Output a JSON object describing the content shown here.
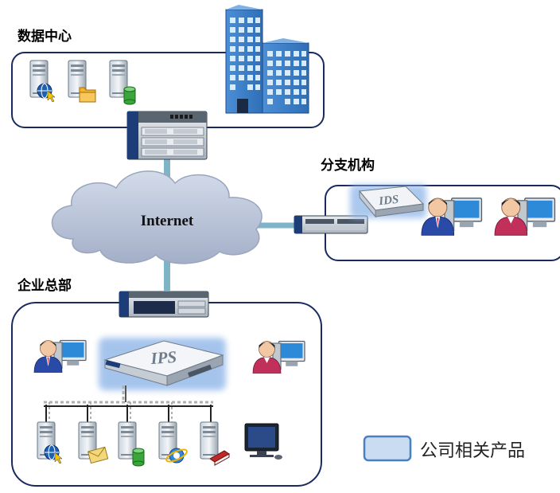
{
  "labels": {
    "data_center": "数据中心",
    "branch": "分支机构",
    "hq": "企业总部",
    "internet": "Internet",
    "ids": "IDS",
    "ips": "IPS",
    "legend": "公司相关产品"
  },
  "icons": {
    "dc_servers": [
      "web-server-icon",
      "file-server-icon",
      "database-server-icon"
    ],
    "hq_servers": [
      "web-server-icon",
      "mail-server-icon",
      "database-server-icon",
      "ie-server-icon",
      "book-server-icon"
    ]
  },
  "colors": {
    "region_border": "#1a2a5e",
    "link_blue": "#7fb3c8",
    "link_green": "#9ccb7d",
    "lan_dashed": "#b0b0b0",
    "legend_fill": "#c9dcf2",
    "legend_border": "#4a7fc0",
    "cloud": "#b7c2d7"
  }
}
